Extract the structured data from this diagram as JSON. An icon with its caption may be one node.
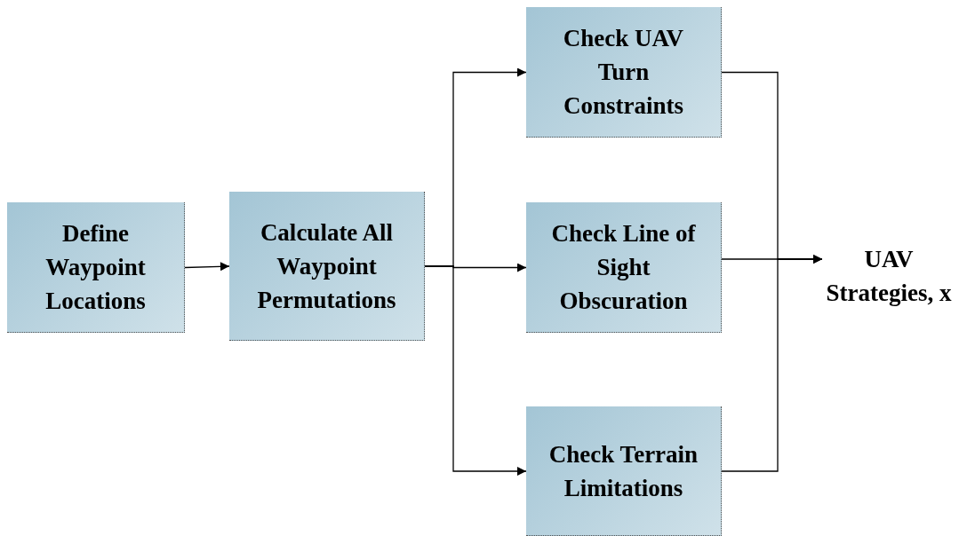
{
  "diagram": {
    "nodes": [
      {
        "text": [
          "Define Waypoint Locations"
        ]
      },
      {
        "text": [
          "Calculate All Waypoint Permutations"
        ]
      },
      {
        "text": [
          "Check UAV Turn Constraints"
        ]
      },
      {
        "text": [
          "Check Line of Sight Obscuration"
        ]
      },
      {
        "text": [
          "Check Terrain Limitations"
        ]
      },
      {
        "text": [
          "UAV Strategies, x"
        ]
      }
    ],
    "edges": [
      {
        "from": 0,
        "to": 1,
        "arrow": "to"
      },
      {
        "from": 1,
        "to": 2,
        "arrow": "to"
      },
      {
        "from": 1,
        "to": 3,
        "arrow": "to"
      },
      {
        "from": 1,
        "to": 4,
        "arrow": "to"
      },
      {
        "from": 2,
        "to": 5,
        "arrow": "to"
      },
      {
        "from": 3,
        "to": 5,
        "arrow": "to"
      },
      {
        "from": 4,
        "to": 5,
        "arrow": "to"
      }
    ]
  }
}
